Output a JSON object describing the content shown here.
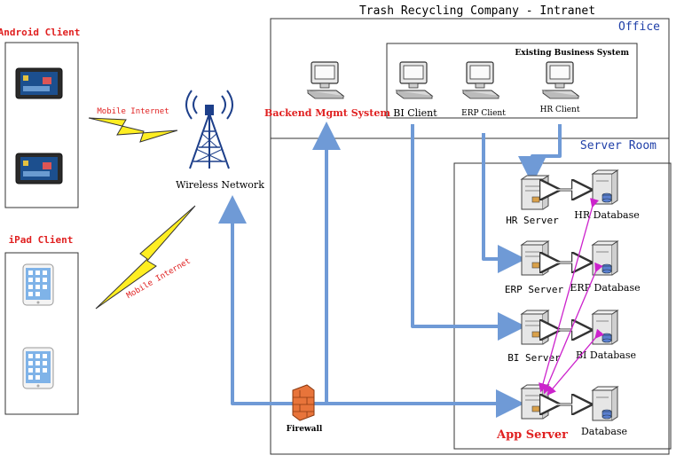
{
  "title": "Trash Recycling Company - Intranet",
  "zones": {
    "office": "Office",
    "server_room": "Server Room",
    "existing_system": "Existing Business System"
  },
  "clients": {
    "android": "Android Client",
    "ipad": "iPad Client"
  },
  "links": {
    "mobile_internet_top": "Mobile Internet",
    "mobile_internet_bottom": "Mobile Internet"
  },
  "tower": {
    "label": "Wireless Network"
  },
  "office_nodes": {
    "backend": "Backend Mgmt System",
    "bi_client": "BI Client",
    "erp_client": "ERP Client",
    "hr_client": "HR Client"
  },
  "servers": {
    "hr_server": "HR Server",
    "hr_db": "HR Database",
    "erp_server": "ERP Server",
    "erp_db": "ERP Database",
    "bi_server": "BI Server",
    "bi_db": "BI Database",
    "app_server": "App Server",
    "app_db": "Database"
  },
  "firewall": "Firewall",
  "colors": {
    "accent_red": "#e02020",
    "zone_blue": "#1f3fa8",
    "link_blue": "#6f9ad6",
    "sync_magenta": "#cc22cc"
  }
}
